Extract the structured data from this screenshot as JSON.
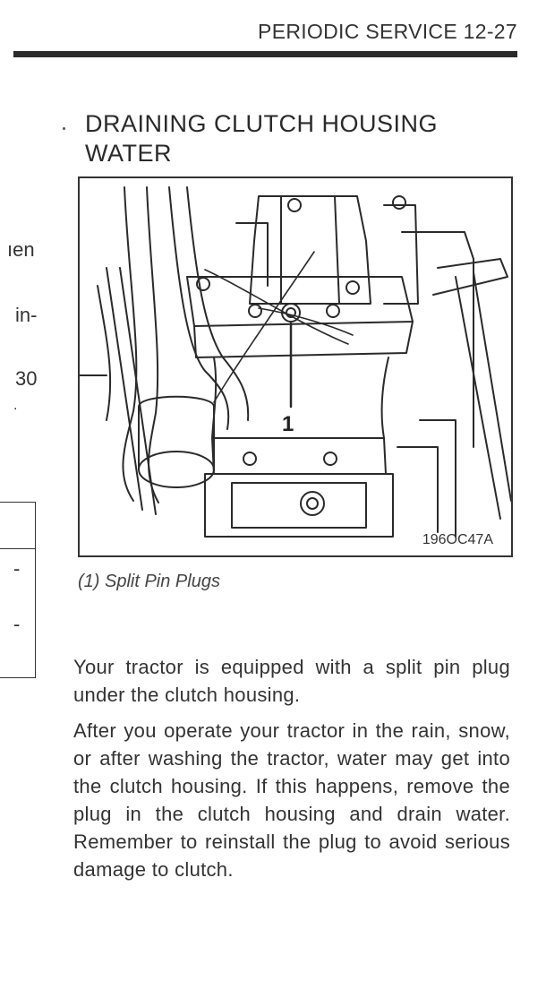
{
  "header": {
    "title": "PERIODIC SERVICE  12-27"
  },
  "left_fragments": [
    {
      "text": "ıen"
    },
    {
      "text": "in-"
    },
    {
      "text": "30"
    },
    {
      "text": "."
    },
    {
      "text": "-"
    },
    {
      "text": "-"
    }
  ],
  "section": {
    "title": "DRAINING CLUTCH HOUSING WATER"
  },
  "figure": {
    "callout": "1",
    "id": "196OC47A",
    "caption": "(1) Split Pin Plugs"
  },
  "body": {
    "paragraphs": [
      "Your tractor is equipped with a split pin plug under the clutch housing.",
      "After you operate your tractor in the rain, snow, or after washing the tractor, water may get into the clutch housing. If this happens, remove the plug in the clutch housing and drain water. Remember to reinstall the plug to avoid serious damage to clutch."
    ]
  }
}
